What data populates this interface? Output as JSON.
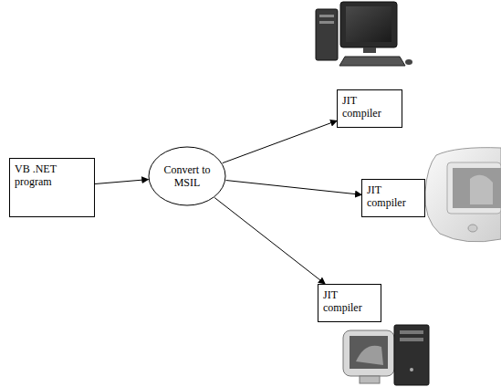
{
  "diagram": {
    "nodes": [
      {
        "text": [
          "VB .NET program"
        ]
      },
      {
        "text": [
          "Convert to MSIL"
        ]
      },
      {
        "text": [
          "JIT compiler"
        ]
      },
      {
        "text": [
          "JIT compiler"
        ]
      },
      {
        "text": [
          "JIT compiler"
        ]
      }
    ],
    "edges": [
      {
        "from": 0,
        "to": 1,
        "arrow": "to"
      },
      {
        "from": 1,
        "to": 2,
        "arrow": "to"
      },
      {
        "from": 1,
        "to": 3,
        "arrow": "to"
      },
      {
        "from": 1,
        "to": 4,
        "arrow": "to"
      }
    ]
  }
}
